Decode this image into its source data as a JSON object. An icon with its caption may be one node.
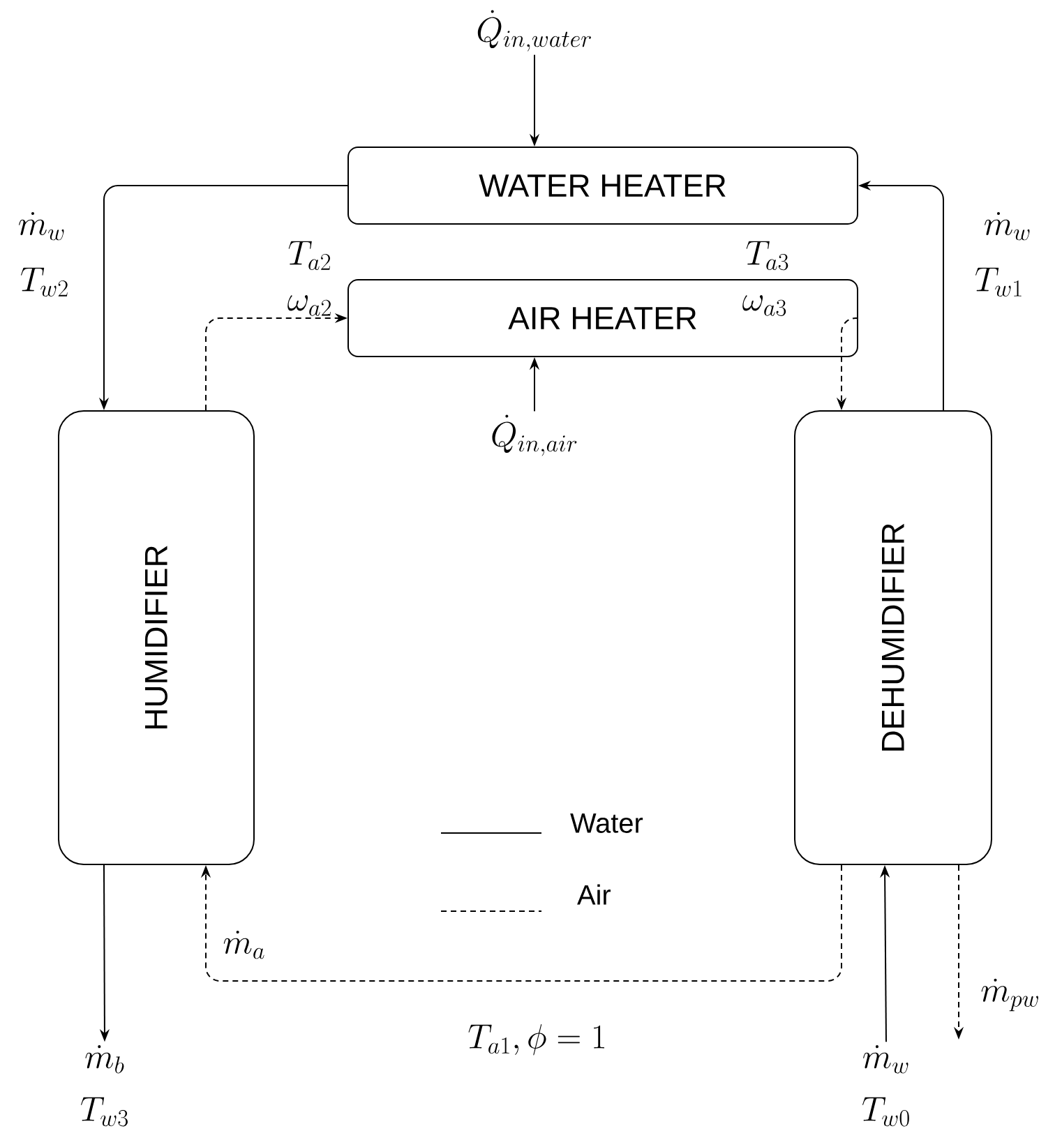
{
  "diagram": {
    "nodes": [
      {
        "text": [
          "WATER HEATER"
        ]
      },
      {
        "text": [
          "AIR HEATER"
        ]
      },
      {
        "text": [
          "HUMIDIFIER"
        ]
      },
      {
        "text": [
          "DEHUMIDIFIER"
        ]
      },
      {
        "text": [
          "\\dot{Q}_{in,water}"
        ]
      },
      {
        "text": [
          "\\dot{Q}_{in,air}"
        ]
      },
      {
        "text": [
          "\\dot{m}_b",
          "T_{w3}"
        ]
      },
      {
        "text": [
          "\\dot{m}_w",
          "T_{w0}"
        ]
      }
    ],
    "edges": [
      {
        "from": 4,
        "to": 0,
        "arrow": "to"
      },
      {
        "from": 5,
        "to": 1,
        "arrow": "to"
      },
      {
        "from": 0,
        "to": 2,
        "arrow": "to"
      },
      {
        "from": 3,
        "to": 0,
        "arrow": "to"
      },
      {
        "from": 2,
        "to": 1,
        "arrow": "to",
        "style": "dashed"
      },
      {
        "from": 1,
        "to": 3,
        "arrow": "to",
        "style": "dashed"
      },
      {
        "from": 3,
        "to": 2,
        "arrow": "to",
        "style": "dashed"
      },
      {
        "from": 2,
        "to": 6,
        "arrow": "to"
      },
      {
        "from": 7,
        "to": 3,
        "arrow": "to"
      },
      {
        "from": 3,
        "to": null,
        "arrow": "to",
        "style": "dashed"
      }
    ],
    "labels": [
      "\\dot{m}_w",
      "T_{w2}",
      "T_{a2}",
      "\\omega_{a2}",
      "T_{a3}",
      "\\omega_{a3}",
      "\\dot{m}_w",
      "T_{w1}",
      "\\dot{m}_a",
      "T_{a1}, \\phi = 1",
      "\\dot{m}_{pw}"
    ],
    "legend": [
      {
        "text": "Water"
      },
      {
        "text": "Air"
      }
    ]
  }
}
